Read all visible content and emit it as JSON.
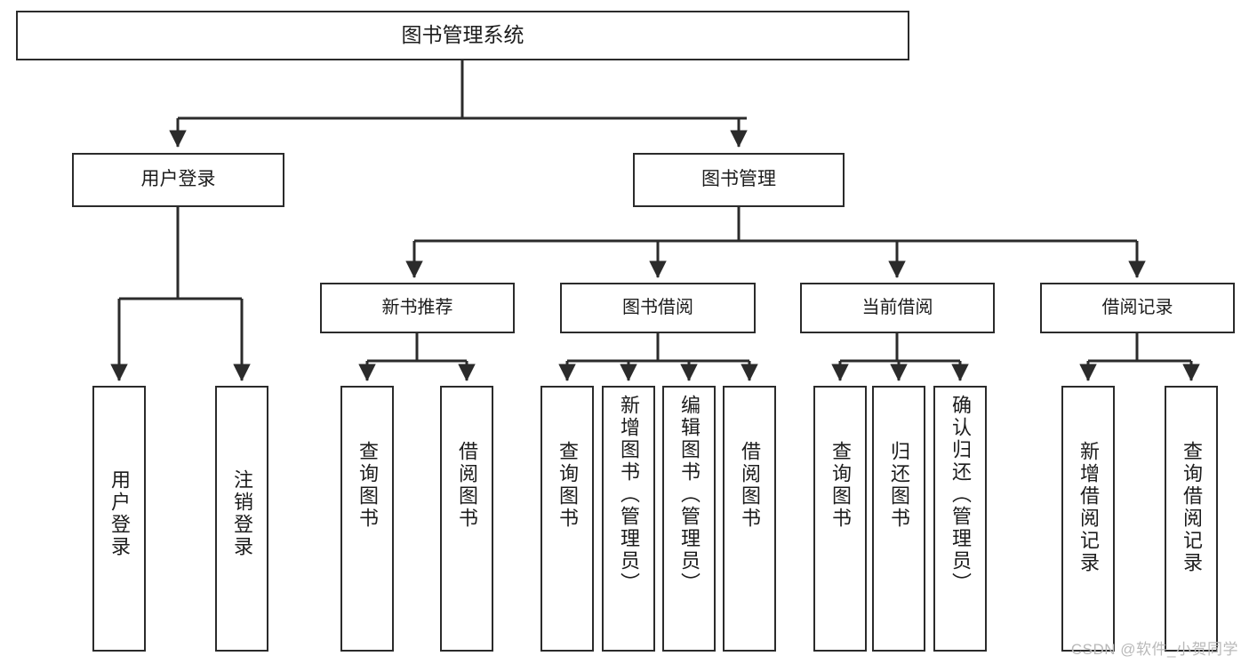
{
  "diagram": {
    "title": "图书管理系统",
    "type": "tree-hierarchy",
    "watermark": "CSDN @软件_小贺同学",
    "colors": {
      "box_border": "#2b2b2b",
      "box_fill": "#ffffff",
      "connector": "#2b2b2b",
      "text": "#1c1c1c",
      "watermark": "#b9b9b9",
      "canvas": "#ffffff"
    },
    "root": {
      "label": "图书管理系统"
    },
    "level1": [
      {
        "label": "用户登录"
      },
      {
        "label": "图书管理"
      }
    ],
    "level2": [
      {
        "label": "新书推荐"
      },
      {
        "label": "图书借阅"
      },
      {
        "label": "当前借阅"
      },
      {
        "label": "借阅记录"
      }
    ],
    "leaves": {
      "user_login": [
        {
          "label": "用户登录"
        },
        {
          "label": "注销登录"
        }
      ],
      "new_book_recommend": [
        {
          "label": "查询图书"
        },
        {
          "label": "借阅图书"
        }
      ],
      "book_borrow": [
        {
          "label": "查询图书"
        },
        {
          "label": "新增图书（管理员）"
        },
        {
          "label": "编辑图书（管理员）"
        },
        {
          "label": "借阅图书"
        }
      ],
      "current_borrow": [
        {
          "label": "查询图书"
        },
        {
          "label": "归还图书"
        },
        {
          "label": "确认归还（管理员）"
        }
      ],
      "borrow_record": [
        {
          "label": "新增借阅记录"
        },
        {
          "label": "查询借阅记录"
        }
      ]
    }
  }
}
